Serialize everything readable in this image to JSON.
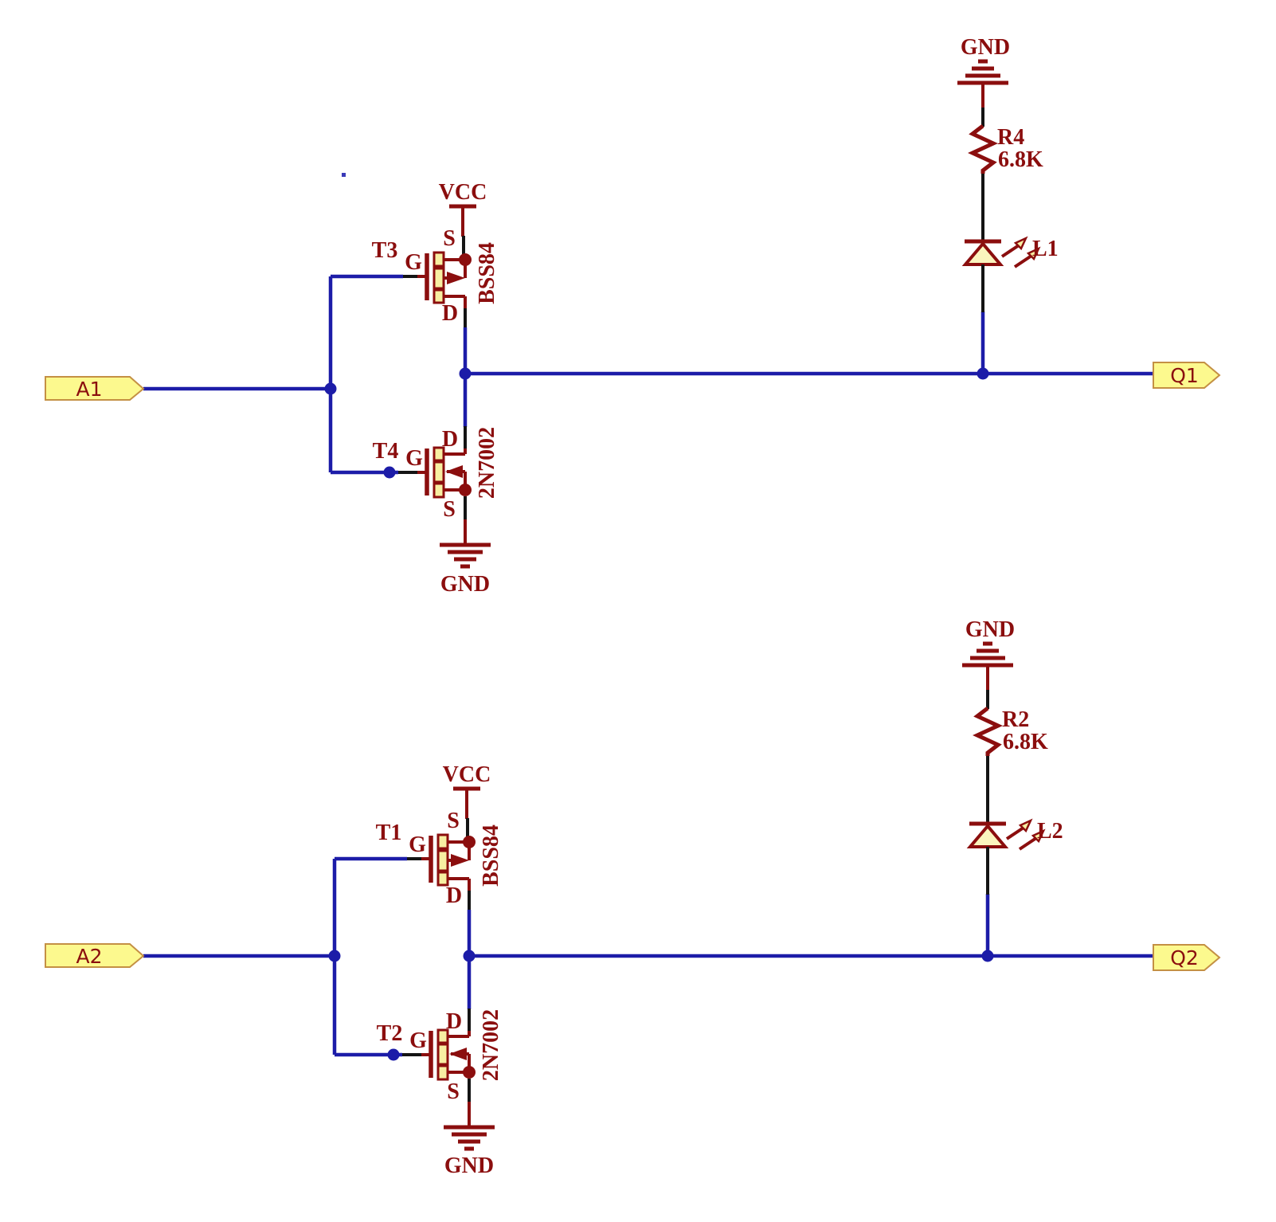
{
  "diagram_type": "eagle-style schematic, two CMOS inverter stages driving LED indicators",
  "colors": {
    "symbol_red": "#8b0e0e",
    "net_blue": "#1c1ca8",
    "wire_black": "#141414",
    "flag_fill": "#fcf98e",
    "box_fill": "#f7efa2",
    "led_fill": "#fbf5be",
    "flag_border": "#c49044",
    "background": "#ffffff"
  },
  "labels": {
    "vcc": "VCC",
    "gnd": "GND",
    "gate": "G",
    "source": "S",
    "drain": "D"
  },
  "circuits": [
    {
      "input": "A1",
      "output": "Q1",
      "pmos": {
        "name": "T3",
        "part": "BSS84"
      },
      "nmos": {
        "name": "T4",
        "part": "2N7002"
      },
      "resistor": {
        "name": "R4",
        "value": "6.8K"
      },
      "led": {
        "name": "L1"
      }
    },
    {
      "input": "A2",
      "output": "Q2",
      "pmos": {
        "name": "T1",
        "part": "BSS84"
      },
      "nmos": {
        "name": "T2",
        "part": "2N7002"
      },
      "resistor": {
        "name": "R2",
        "value": "6.8K"
      },
      "led": {
        "name": "L2"
      }
    }
  ]
}
